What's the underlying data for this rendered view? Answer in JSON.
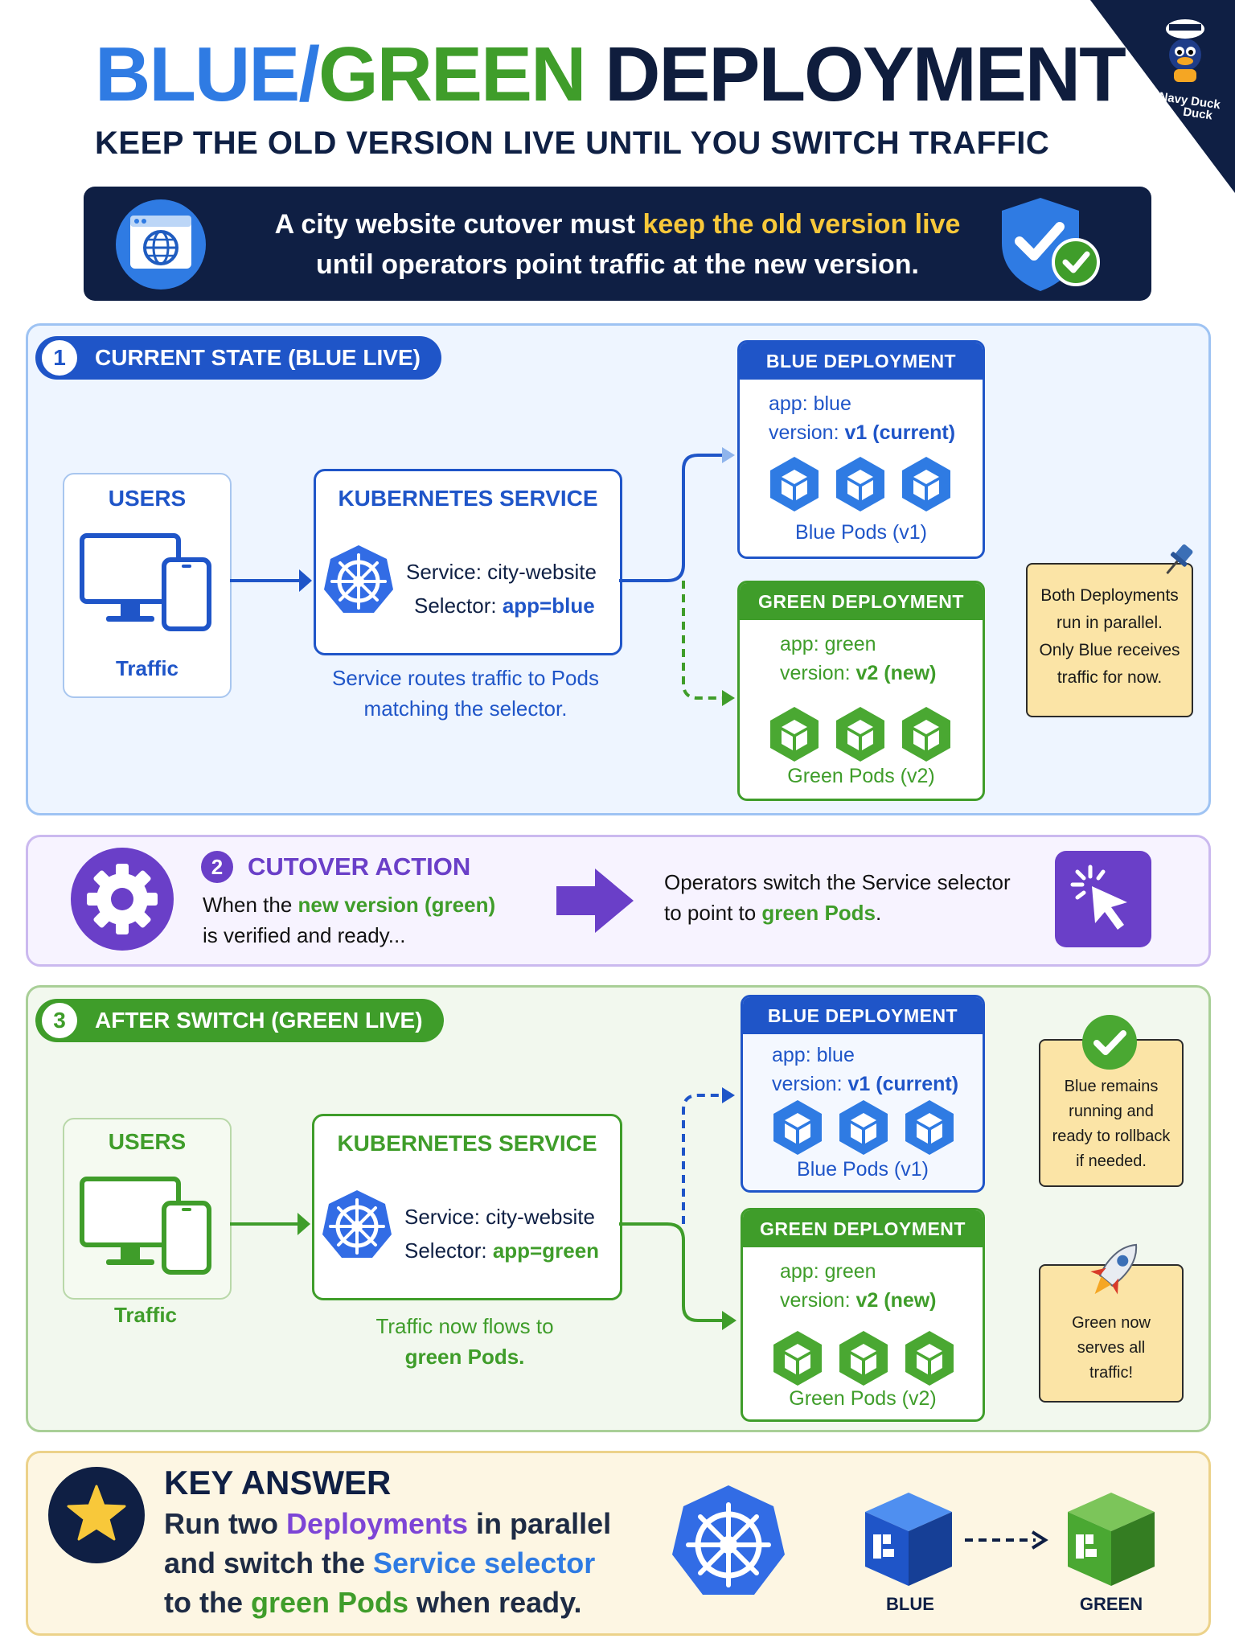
{
  "header": {
    "title_blue": "BLUE/",
    "title_green": "GREEN",
    "title_rest": " DEPLOYMENT",
    "subtitle": "KEEP THE OLD VERSION LIVE UNTIL YOU SWITCH TRAFFIC",
    "badge_line1": "Navy Duck",
    "badge_line2": "Duck"
  },
  "banner": {
    "text_pre": "A city website cutover must ",
    "text_highlight": "keep the old version live",
    "text_post": "until operators point traffic at the new version."
  },
  "section1": {
    "number": "1",
    "title": "CURRENT STATE (BLUE LIVE)",
    "users_title": "USERS",
    "users_caption": "Traffic",
    "service_title": "KUBERNETES SERVICE",
    "service_name": "Service: city-website",
    "selector_label": "Selector: ",
    "selector_value": "app=blue",
    "service_caption_1": "Service routes traffic to Pods",
    "service_caption_2": "matching the selector.",
    "blue_head": "BLUE DEPLOYMENT",
    "blue_app": "app: blue",
    "blue_version_label": "version: ",
    "blue_version_value": "v1 (current)",
    "blue_pods": "Blue Pods (v1)",
    "green_head": "GREEN DEPLOYMENT",
    "green_app": "app: green",
    "green_version_label": "version: ",
    "green_version_value": "v2 (new)",
    "green_pods": "Green Pods (v2)",
    "note": [
      "Both Deployments",
      "run in parallel.",
      "Only Blue receives",
      "traffic for now."
    ]
  },
  "section2": {
    "number": "2",
    "title": "CUTOVER ACTION",
    "left_pre": "When the ",
    "left_highlight": "new version (green)",
    "left_line2": "is verified and ready...",
    "right_line1": "Operators switch the Service selector",
    "right_pre": "to point to ",
    "right_highlight": "green Pods",
    "right_post": "."
  },
  "section3": {
    "number": "3",
    "title": "AFTER SWITCH (GREEN LIVE)",
    "users_title": "USERS",
    "users_caption": "Traffic",
    "service_title": "KUBERNETES SERVICE",
    "service_name": "Service: city-website",
    "selector_label": "Selector: ",
    "selector_value": "app=green",
    "service_caption_1": "Traffic now flows to",
    "service_caption_2": "green Pods.",
    "blue_head": "BLUE DEPLOYMENT",
    "blue_app": "app: blue",
    "blue_version_label": "version: ",
    "blue_version_value": "v1 (current)",
    "blue_pods": "Blue Pods (v1)",
    "green_head": "GREEN DEPLOYMENT",
    "green_app": "app: green",
    "green_version_label": "version: ",
    "green_version_value": "v2 (new)",
    "green_pods": "Green Pods (v2)",
    "note1": [
      "Blue remains",
      "running and",
      "ready to rollback",
      "if needed."
    ],
    "note2": [
      "Green now",
      "serves all",
      "traffic!"
    ]
  },
  "section4": {
    "title": "KEY ANSWER",
    "line1_pre": "Run two ",
    "line1_highlight": "Deployments",
    "line1_post": " in parallel",
    "line2_pre": "and switch the ",
    "line2_highlight": "Service selector",
    "line3_pre": "to the ",
    "line3_highlight": "green Pods",
    "line3_post": " when ready.",
    "blue_label": "BLUE",
    "green_label": "GREEN"
  },
  "colors": {
    "blue": "#2f7be3",
    "green": "#3f9d2a",
    "navy": "#0f1f44",
    "purple": "#6a3fc8",
    "highlight": "#f8c83a"
  }
}
